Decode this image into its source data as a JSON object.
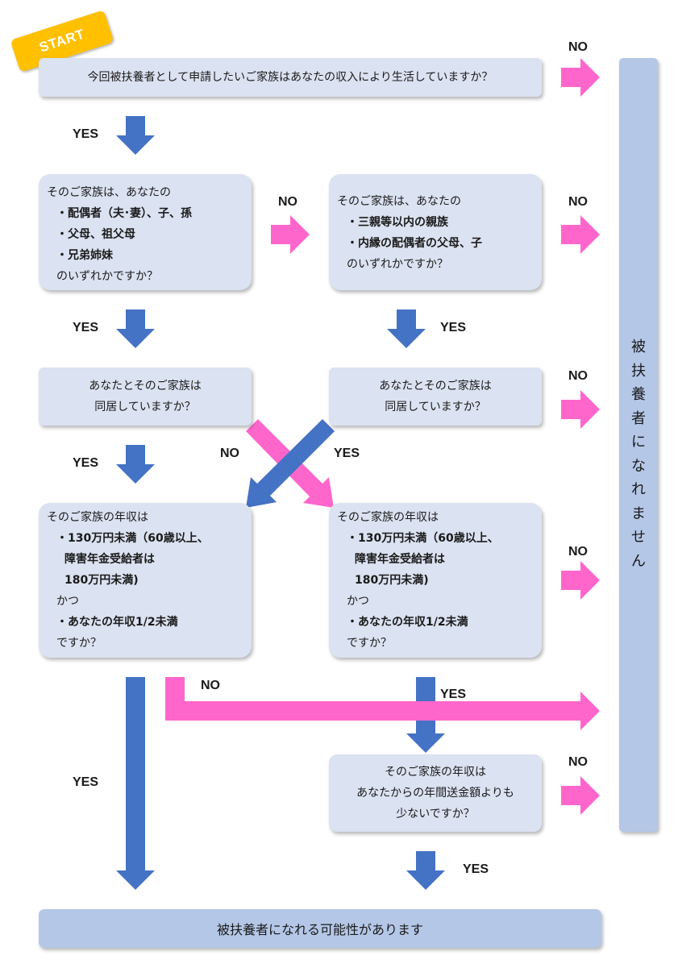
{
  "start_label": "START",
  "q1": {
    "text": "今回被扶養者として申請したいご家族はあなたの収入により生活していますか？"
  },
  "q2a": {
    "intro": "そのご家族は、あなたの",
    "items": [
      "・配偶者（夫･妻）、子、孫",
      "・父母、祖父母",
      "・兄弟姉妹"
    ],
    "outro": "のいずれかですか？"
  },
  "q2b": {
    "intro": "そのご家族は、あなたの",
    "items": [
      "・三親等以内の親族",
      "・内縁の配偶者の父母、子"
    ],
    "outro": "のいずれかですか？"
  },
  "q3a": {
    "line1": "あなたとそのご家族は",
    "line2": "同居していますか？"
  },
  "q3b": {
    "line1": "あなたとそのご家族は",
    "line2": "同居していますか？"
  },
  "q4a": {
    "intro": "そのご家族の年収は",
    "item1": [
      "・130万円未満（60歳以上、",
      "障害年金受給者は",
      "180万円未満)"
    ],
    "conj": "かつ",
    "item2": "・あなたの年収1/2未満",
    "outro": "ですか？"
  },
  "q4b": {
    "intro": "そのご家族の年収は",
    "item1": [
      "・130万円未満（60歳以上、",
      "障害年金受給者は",
      "180万円未満)"
    ],
    "conj": "かつ",
    "item2": "・あなたの年収1/2未満",
    "outro": "ですか？"
  },
  "q5": {
    "line1": "そのご家族の年収は",
    "line2": "あなたからの年間送金額よりも",
    "line3": "少ないですか？"
  },
  "not_dependent": [
    "被",
    "扶",
    "養",
    "者",
    "に",
    "な",
    "れ",
    "ま",
    "せ",
    "ん"
  ],
  "result": "被扶養者になれる可能性があります",
  "labels": {
    "yes": "YES",
    "no": "NO"
  },
  "colors": {
    "box": "#dbe2f1",
    "terminal": "#b4c7e7",
    "yes_arrow": "#4472c4",
    "no_arrow": "#ff66cc",
    "start": "#ffc000"
  }
}
